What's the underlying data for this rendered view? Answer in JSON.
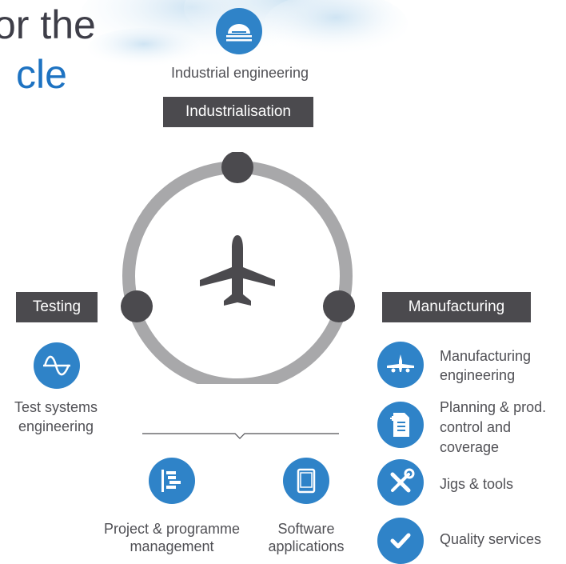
{
  "heading": {
    "line1": "or the",
    "line2": "cle"
  },
  "top": {
    "icon": "bridge-arc-icon",
    "label": "Industrial engineering",
    "tag": "Industrialisation"
  },
  "cycle": {
    "center_icon": "airplane-icon",
    "ring_color": "#a8a8aa",
    "node_color": "#4b4a4e"
  },
  "testing": {
    "tag": "Testing",
    "icon": "sine-wave-icon",
    "label": "Test systems engineering"
  },
  "manufacturing": {
    "tag": "Manufacturing",
    "items": [
      {
        "icon": "aircraft-front-icon",
        "label": "Manufacturing engineering"
      },
      {
        "icon": "document-icon",
        "label": "Planning & prod. control and coverage"
      },
      {
        "icon": "tools-icon",
        "label": "Jigs & tools"
      },
      {
        "icon": "checkmark-icon",
        "label": "Quality services"
      }
    ]
  },
  "bottom": {
    "items": [
      {
        "icon": "gantt-chart-icon",
        "label": "Project & programme management"
      },
      {
        "icon": "tablet-icon",
        "label": "Software applications"
      }
    ]
  },
  "colors": {
    "accent_blue": "#2f83c8",
    "tag_bg": "#4b4a4e",
    "heading_blue": "#1e73c2",
    "text": "#505055"
  }
}
